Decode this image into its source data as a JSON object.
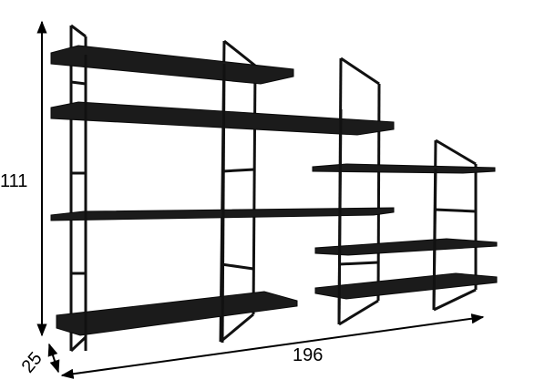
{
  "dimensions": {
    "height": "111",
    "width": "196",
    "depth": "25"
  },
  "colors": {
    "shelf": "#1b1b1b",
    "shelf_edge": "#0a0a0a",
    "frame": "#111111",
    "dimension_line": "#000000",
    "background": "#ffffff"
  }
}
